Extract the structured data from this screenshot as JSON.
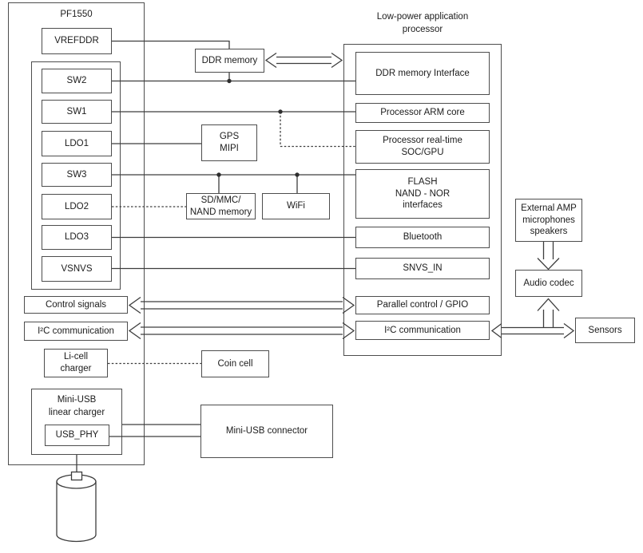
{
  "nodes": {
    "pf1550": "PF1550",
    "vrefddr": "VREFDDR",
    "sw2": "SW2",
    "sw1": "SW1",
    "ldo1": "LDO1",
    "sw3": "SW3",
    "ldo2": "LDO2",
    "ldo3": "LDO3",
    "vsnvs": "VSNVS",
    "control_signals": "Control signals",
    "i2c_pf1550": "I²C communication",
    "licell_charger": "Li-cell\ncharger",
    "miniusb_charger": "Mini-USB\nlinear charger",
    "usb_phy": "USB_PHY",
    "ddr_memory": "DDR memory",
    "gps_mipi": "GPS\nMIPI",
    "sdmmc_nand": "SD/MMC/\nNAND memory",
    "wifi": "WiFi",
    "coin_cell": "Coin cell",
    "miniusb_connector": "Mini-USB connector",
    "processor_title": "Low-power application\nprocessor",
    "ddr_interface": "DDR memory Interface",
    "arm_core": "Processor ARM core",
    "soc_gpu": "Processor real-time\nSOC/GPU",
    "flash": "FLASH\nNAND - NOR\ninterfaces",
    "bluetooth": "Bluetooth",
    "snvs_in": "SNVS_IN",
    "parallel_gpio": "Parallel control / GPIO",
    "i2c_processor": "I²C communication",
    "external_amp": "External AMP\nmicrophones\nspeakers",
    "audio_codec": "Audio codec",
    "sensors": "Sensors"
  },
  "connections": [
    {
      "from": "VREFDDR",
      "to": "DDR memory",
      "style": "solid"
    },
    {
      "from": "DDR memory",
      "to": "DDR memory Interface",
      "style": "hollow-double-arrow"
    },
    {
      "from": "SW2",
      "to": "DDR memory Interface",
      "style": "solid",
      "taps": [
        "DDR memory"
      ]
    },
    {
      "from": "SW1",
      "to": "Processor ARM core",
      "style": "solid"
    },
    {
      "from": "SW1",
      "to": "Processor real-time SOC/GPU",
      "style": "dotted"
    },
    {
      "from": "LDO1",
      "to": "GPS MIPI",
      "style": "solid"
    },
    {
      "from": "SW3",
      "to": "FLASH NAND - NOR interfaces",
      "style": "solid",
      "taps": [
        "SD/MMC/ NAND memory",
        "WiFi"
      ]
    },
    {
      "from": "LDO2",
      "to": "SD/MMC/ NAND memory",
      "style": "dotted"
    },
    {
      "from": "LDO3",
      "to": "Bluetooth",
      "style": "solid"
    },
    {
      "from": "VSNVS",
      "to": "SNVS_IN",
      "style": "solid"
    },
    {
      "from": "Control signals",
      "to": "Parallel control / GPIO",
      "style": "hollow-double-arrow"
    },
    {
      "from": "I²C communication (PF1550)",
      "to": "I²C communication (processor)",
      "style": "hollow-double-arrow"
    },
    {
      "from": "I²C communication (processor)",
      "to": "Sensors",
      "style": "hollow-double-arrow"
    },
    {
      "from": "I²C communication (processor)",
      "to": "Audio codec",
      "style": "hollow-arrow-up"
    },
    {
      "from": "External AMP microphones speakers",
      "to": "Audio codec",
      "style": "hollow-arrow-down"
    },
    {
      "from": "Li-cell charger",
      "to": "Coin cell",
      "style": "dotted"
    },
    {
      "from": "Mini-USB linear charger",
      "to": "Mini-USB connector",
      "style": "solid"
    },
    {
      "from": "USB_PHY",
      "to": "Mini-USB connector",
      "style": "solid"
    },
    {
      "from": "Mini-USB linear charger",
      "to": "battery",
      "style": "solid"
    }
  ],
  "colors": {
    "background": "#ffffff",
    "border": "#4d4d4d",
    "line": "#3d3d3d",
    "text": "#1c1c1c"
  }
}
